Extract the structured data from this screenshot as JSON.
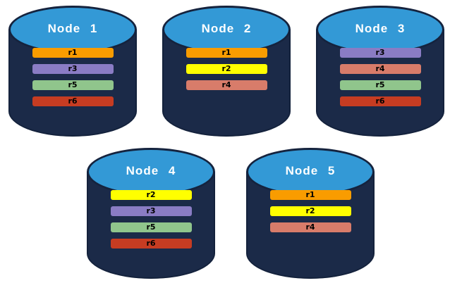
{
  "diagram": {
    "background": "#FFFFFF",
    "cylinder": {
      "top_fill": "#3399D6",
      "top_border": "#15233E",
      "body_fill": "#1B2A48"
    },
    "replica_colors": {
      "r1": "#F99C00",
      "r2": "#FFFF00",
      "r3": "#8A7CC4",
      "r4": "#D87C6A",
      "r5": "#90C58C",
      "r6": "#C63C22"
    },
    "nodes": [
      {
        "label": "Node 1",
        "row": 1,
        "replicas": [
          "r1",
          "r3",
          "r5",
          "r6"
        ]
      },
      {
        "label": "Node 2",
        "row": 1,
        "replicas": [
          "r1",
          "r2",
          "r4"
        ]
      },
      {
        "label": "Node 3",
        "row": 1,
        "replicas": [
          "r3",
          "r4",
          "r5",
          "r6"
        ]
      },
      {
        "label": "Node 4",
        "row": 2,
        "replicas": [
          "r2",
          "r3",
          "r5",
          "r6"
        ]
      },
      {
        "label": "Node 5",
        "row": 2,
        "replicas": [
          "r1",
          "r2",
          "r4"
        ]
      }
    ]
  }
}
